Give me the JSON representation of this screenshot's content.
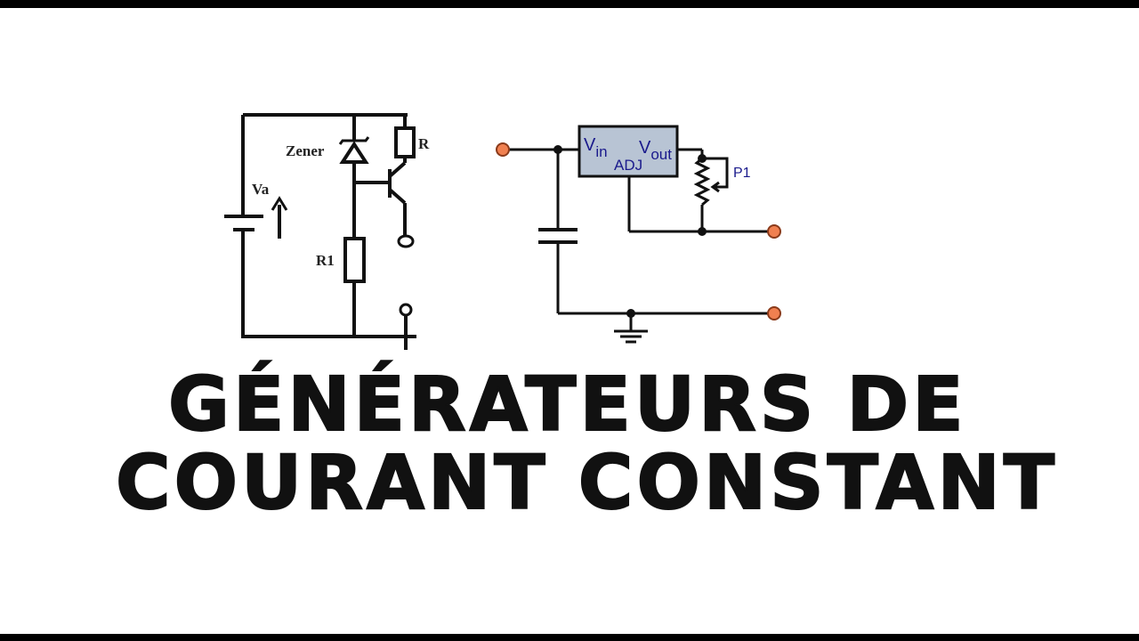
{
  "labels": {
    "zener": "Zener",
    "va": "Va",
    "r1": "R1",
    "r2": "R",
    "vin_main": "V",
    "vin_sub": "in",
    "adj": "ADJ",
    "vout_main": "V",
    "vout_sub": "out",
    "p1": "P1"
  },
  "title": {
    "line1": "GÉNÉRATEURS DE",
    "line2": "COURANT CONSTANT"
  },
  "colors": {
    "terminal": "#f08050",
    "regulator_fill": "#b8c4d4",
    "text_blue": "#1a1a8c"
  }
}
